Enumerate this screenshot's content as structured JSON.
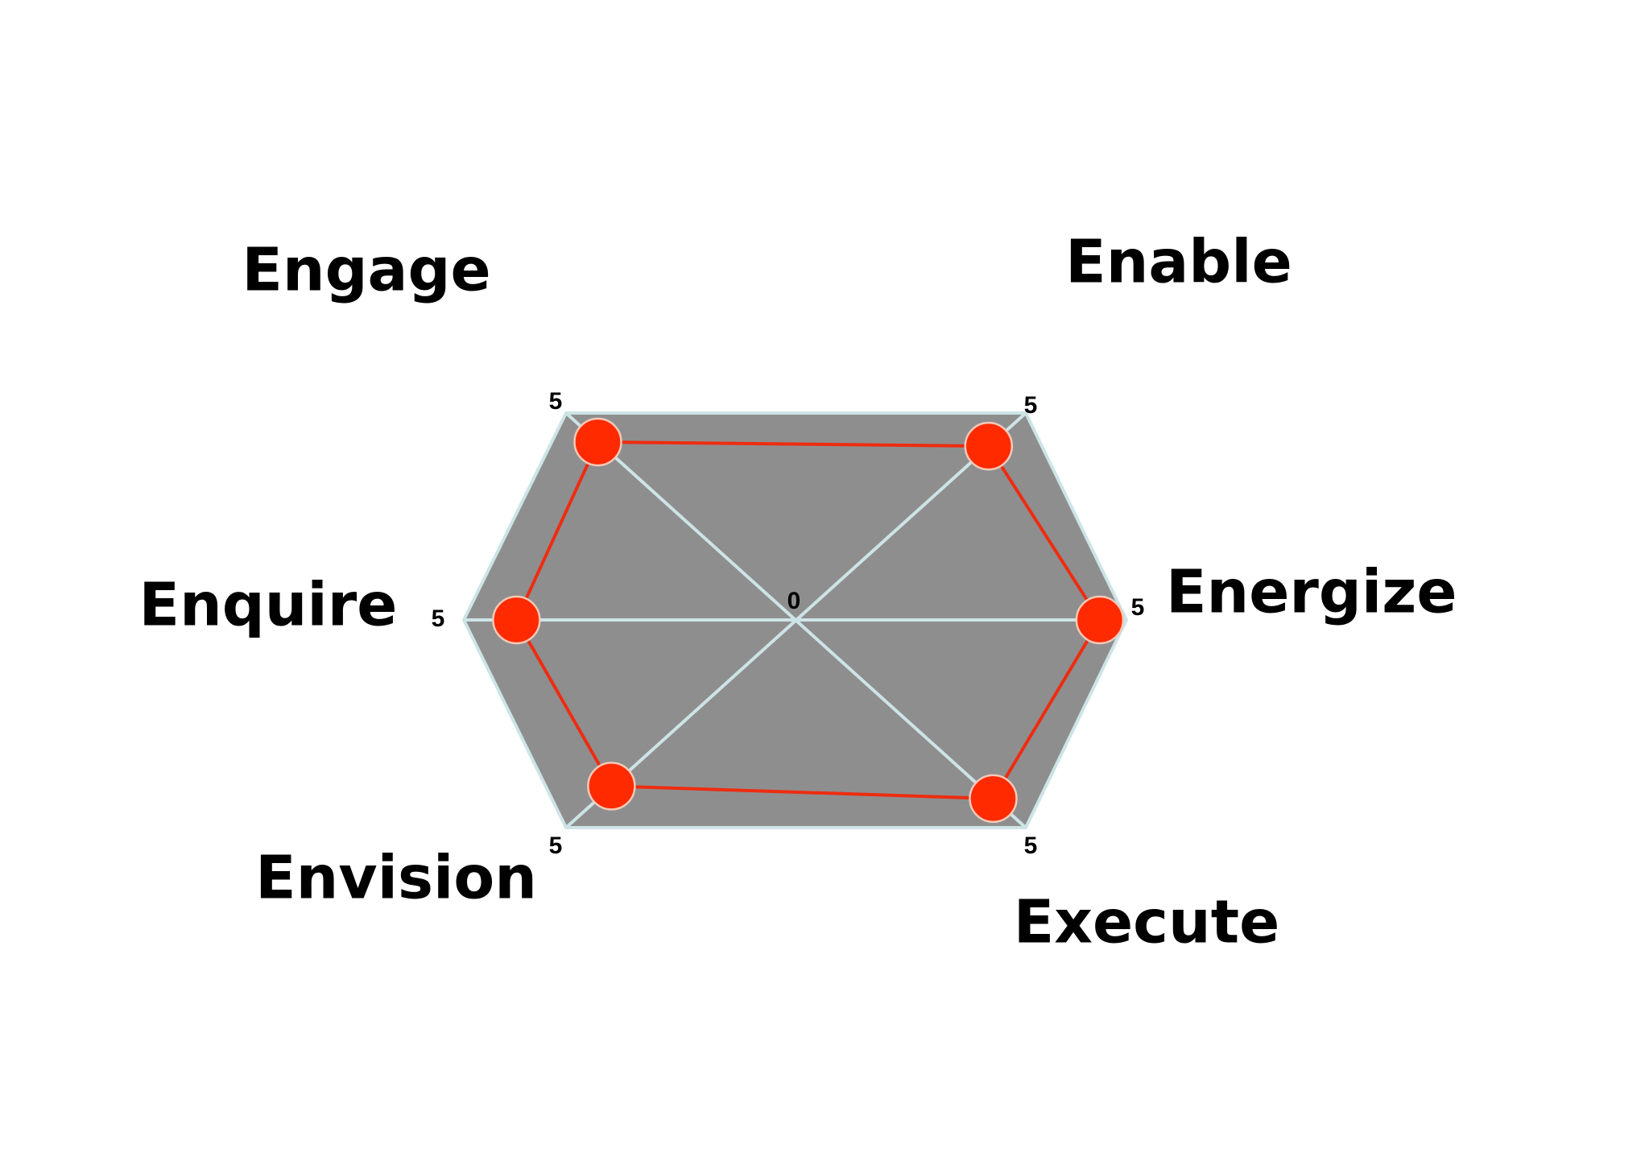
{
  "chart_data": {
    "type": "radar",
    "axes": [
      {
        "name": "Engage"
      },
      {
        "name": "Enable"
      },
      {
        "name": "Energize"
      },
      {
        "name": "Execute"
      },
      {
        "name": "Envision"
      },
      {
        "name": "Enquire"
      }
    ],
    "range": [
      0,
      5
    ],
    "center_tick": "0",
    "outer_tick": "5",
    "series": [
      {
        "values": [
          4.3,
          4.2,
          4.6,
          4.3,
          4.0,
          4.2
        ]
      }
    ],
    "colors": {
      "frame_fill": "#8f8e8f",
      "grid_line": "#cde4e6",
      "series_line": "#ee2c10",
      "marker": "#ff2a00"
    }
  }
}
